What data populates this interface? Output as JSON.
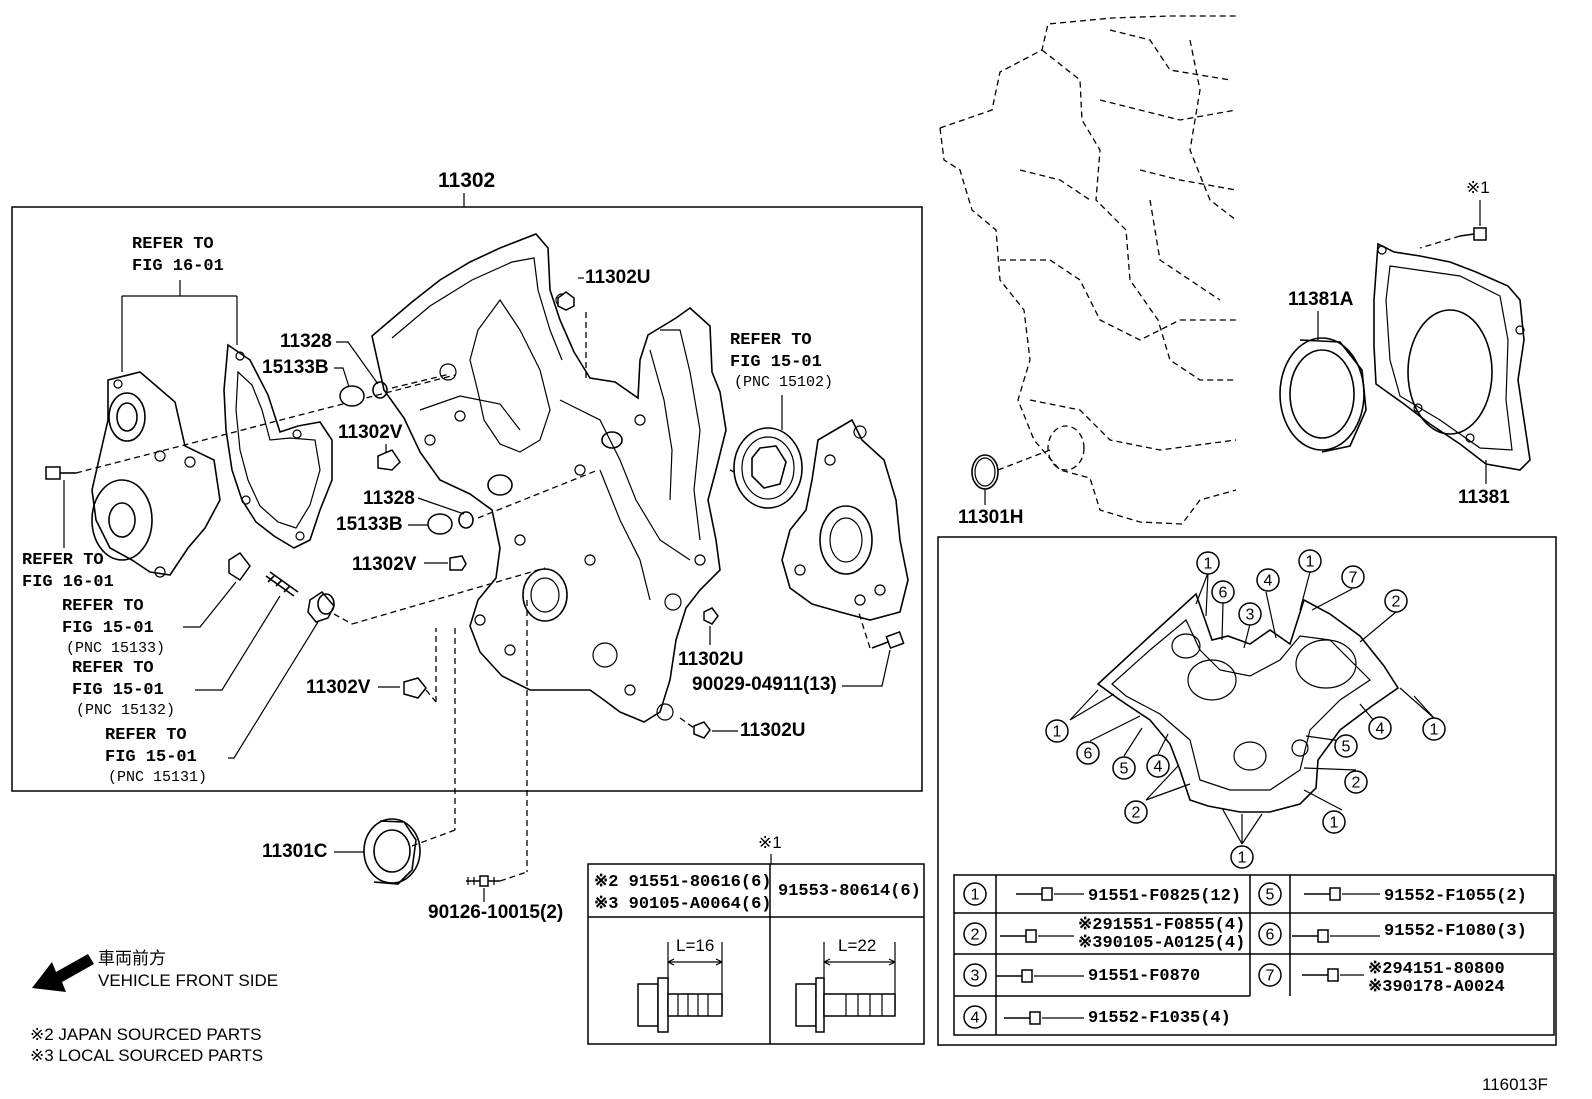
{
  "callouts": {
    "assembly_11302": "11302",
    "refer_fig_16_01_top": [
      "REFER TO",
      "FIG 16-01"
    ],
    "refer_fig_16_01_left": [
      "REFER TO",
      "FIG 16-01"
    ],
    "refer_15_01_pnc_15133": [
      "REFER TO",
      "FIG 15-01",
      "(PNC 15133)"
    ],
    "refer_15_01_pnc_15132": [
      "REFER TO",
      "FIG 15-01",
      "(PNC 15132)"
    ],
    "refer_15_01_pnc_15131": [
      "REFER TO",
      "FIG 15-01",
      "(PNC 15131)"
    ],
    "refer_15_01_pnc_15102": [
      "REFER TO",
      "FIG 15-01",
      "(PNC 15102)"
    ],
    "p_11302U_a": "11302U",
    "p_11302U_b": "11302U",
    "p_11302U_c": "11302U",
    "p_11328_a": "11328",
    "p_15133B_a": "15133B",
    "p_11302V_a": "11302V",
    "p_11328_b": "11328",
    "p_15133B_b": "15133B",
    "p_11302V_b": "11302V",
    "p_11302V_c": "11302V",
    "p_90029": "90029-04911(13)",
    "p_11301C": "11301C",
    "p_90126": "90126-10015(2)",
    "p_11381A": "11381A",
    "p_11381": "11381",
    "p_11301H": "11301H",
    "star1_top": "※1",
    "star1_table": "※1",
    "vehicle_front_jp": "車両前方",
    "vehicle_front_en": "VEHICLE FRONT SIDE",
    "note_japan": "※2 JAPAN SOURCED PARTS",
    "note_local": "※3 LOCAL SOURCED PARTS",
    "figure_id": "116013F"
  },
  "bolt_table_1": {
    "col1_line1": "※2 91551-80616(6)",
    "col1_line2": "※3 90105-A0064(6)",
    "col2": "91553-80614(6)",
    "len1": "L=16",
    "len2": "L=22"
  },
  "bolt_table_2": [
    {
      "num": "1",
      "lines": [
        "91551-F0825(12)"
      ]
    },
    {
      "num": "5",
      "lines": [
        "91552-F1055(2)"
      ]
    },
    {
      "num": "2",
      "lines": [
        "※291551-F0855(4)",
        "※390105-A0125(4)"
      ]
    },
    {
      "num": "6",
      "lines": [
        "91552-F1080(3)"
      ]
    },
    {
      "num": "3",
      "lines": [
        "91551-F0870"
      ]
    },
    {
      "num": "7",
      "lines": [
        "※294151-80800",
        "※390178-A0024"
      ]
    },
    {
      "num": "4",
      "lines": [
        "91552-F1035(4)"
      ]
    }
  ],
  "position_markers": [
    "1",
    "6",
    "3",
    "4",
    "1",
    "7",
    "2",
    "1",
    "6",
    "5",
    "4",
    "2",
    "1",
    "5",
    "4",
    "2",
    "1",
    "1"
  ]
}
